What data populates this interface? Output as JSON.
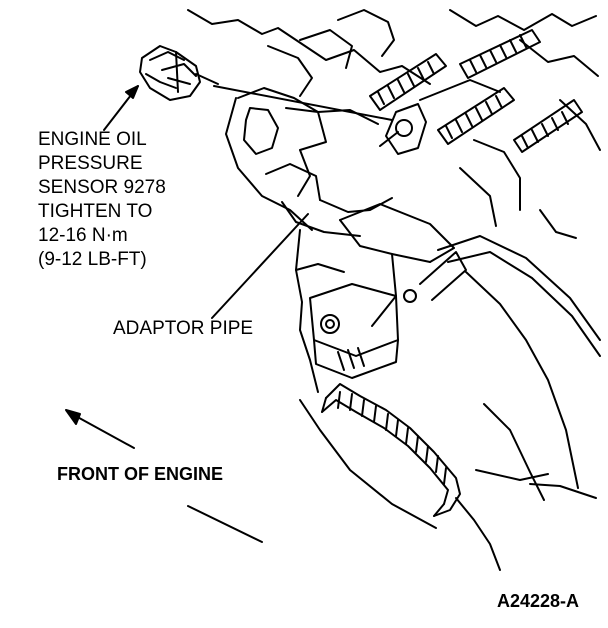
{
  "labels": {
    "sensor": [
      "ENGINE OIL",
      "PRESSURE",
      "SENSOR 9278",
      "TIGHTEN TO",
      "12-16 N·m",
      "(9-12 LB-FT)"
    ],
    "adaptor_pipe": "ADAPTOR PIPE",
    "front_of_engine": "FRONT OF ENGINE",
    "figure_id": "A24228-A"
  },
  "colors": {
    "ink": "#000000",
    "paper": "#ffffff"
  }
}
